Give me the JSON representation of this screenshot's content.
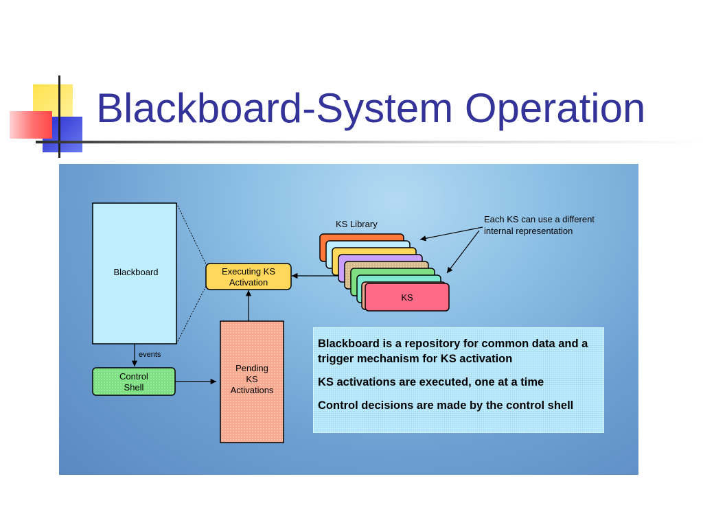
{
  "slide": {
    "title": "Blackboard-System Operation"
  },
  "diagram": {
    "blackboard_label": "Blackboard",
    "events_label": "events",
    "control_shell": [
      "Control",
      "Shell"
    ],
    "executing_ks": [
      "Executing KS",
      "Activation"
    ],
    "pending_ks": [
      "Pending",
      "KS",
      "Activations"
    ],
    "ks_library_label": "KS Library",
    "ks_card_label": "KS",
    "note": [
      "Each KS can use a different",
      "internal representation"
    ],
    "bullets": [
      "Blackboard is a repository for common data and a trigger mechanism for KS activation",
      "KS activations are executed, one at a time",
      "Control decisions are made by the control shell"
    ]
  },
  "colors": {
    "title": "#33339a",
    "blackboard_fill": "#bfefff",
    "executing_fill": "#ffd75a",
    "control_fill": "#74e07a",
    "pending_fill": "#f6a58c"
  }
}
